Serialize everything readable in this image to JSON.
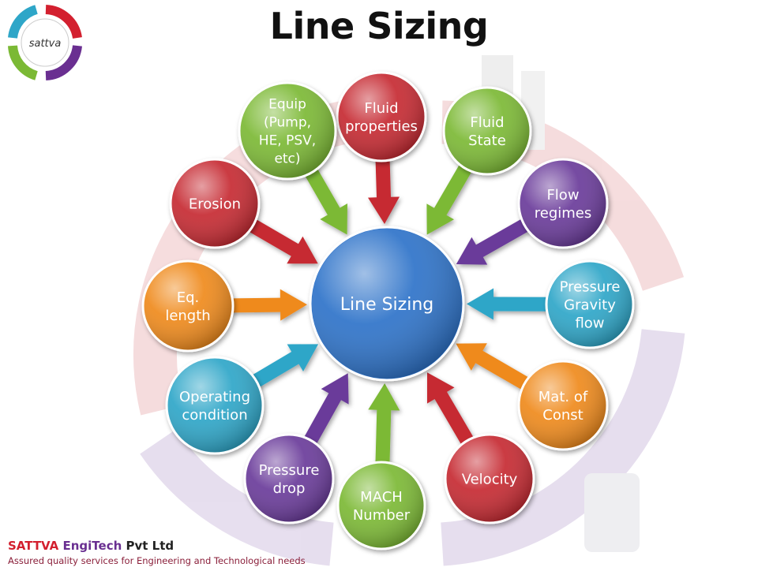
{
  "title": "Line Sizing",
  "logo": {
    "text": "sattva"
  },
  "center": {
    "label": "Line Sizing",
    "color": "#2f73c9"
  },
  "nodes": [
    {
      "id": "fluid-properties",
      "lines": [
        "Fluid",
        "properties"
      ],
      "color": "#c62a32"
    },
    {
      "id": "fluid-state",
      "lines": [
        "Fluid",
        "State"
      ],
      "color": "#7bb935"
    },
    {
      "id": "flow-regimes",
      "lines": [
        "Flow",
        "regimes"
      ],
      "color": "#6a3a9a"
    },
    {
      "id": "pressure-gravity-flow",
      "lines": [
        "Pressure",
        "Gravity",
        "flow"
      ],
      "color": "#2ea6c8"
    },
    {
      "id": "mat-of-const",
      "lines": [
        "Mat. of",
        "Const"
      ],
      "color": "#ef8a1c"
    },
    {
      "id": "velocity",
      "lines": [
        "Velocity"
      ],
      "color": "#c62a32"
    },
    {
      "id": "mach-number",
      "lines": [
        "MACH",
        "Number"
      ],
      "color": "#7bb935"
    },
    {
      "id": "pressure-drop",
      "lines": [
        "Pressure",
        "drop"
      ],
      "color": "#6a3a9a"
    },
    {
      "id": "operating-condition",
      "lines": [
        "Operating",
        "condition"
      ],
      "color": "#2ea6c8"
    },
    {
      "id": "eq-length",
      "lines": [
        "Eq.",
        "length"
      ],
      "color": "#ef8a1c"
    },
    {
      "id": "erosion",
      "lines": [
        "Erosion"
      ],
      "color": "#c62a32"
    },
    {
      "id": "equip",
      "lines": [
        "Equip",
        "(Pump,",
        "HE, PSV,",
        "etc)"
      ],
      "color": "#7bb935"
    }
  ],
  "footer": {
    "company_part1": "SATTVA ",
    "company_part2": "EngiTech",
    "company_part3": " Pvt Ltd",
    "tagline": "Assured quality services for Engineering and Technological needs"
  }
}
